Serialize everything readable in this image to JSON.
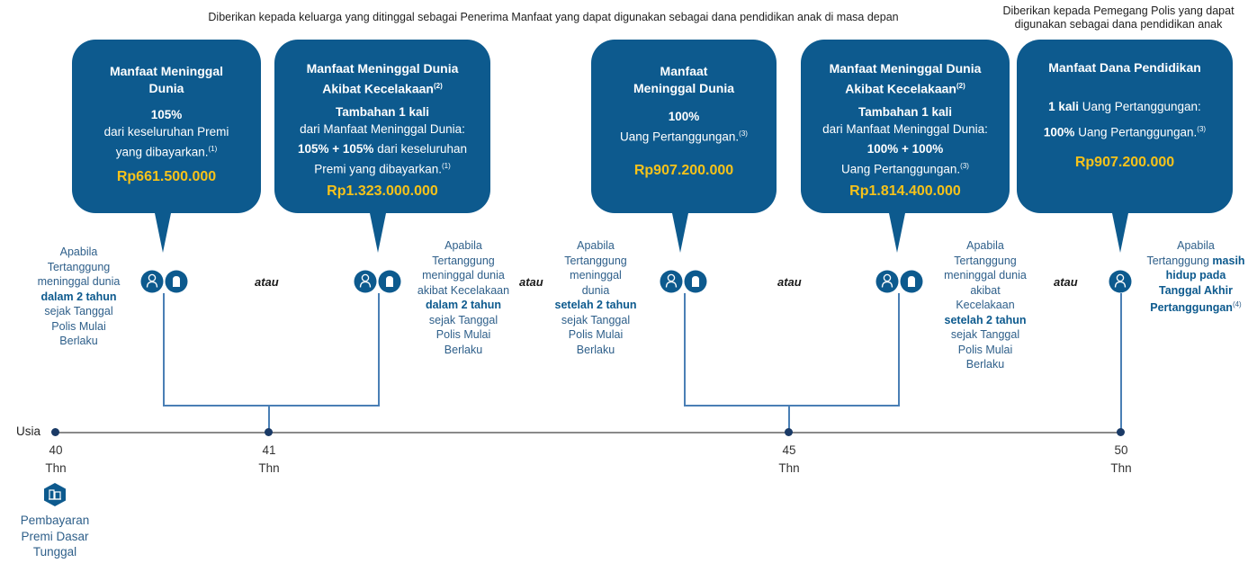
{
  "header": {
    "beneficiary_text": "Diberikan kepada keluarga yang ditinggal sebagai Penerima Manfaat yang dapat digunakan sebagai dana pendidikan anak di masa depan",
    "policyholder_line1": "Diberikan kepada Pemegang Polis yang dapat",
    "policyholder_line2": "digunakan sebagai dana pendidikan anak"
  },
  "bubbles": [
    {
      "title1": "Manfaat Meninggal",
      "title2": "Dunia",
      "pct": "105%",
      "line1": "dari keseluruhan Premi",
      "line2": "yang dibayarkan.",
      "ref": "(1)",
      "amount": "Rp661.500.000"
    },
    {
      "title1": "Manfaat Meninggal Dunia",
      "title2": "Akibat Kecelakaan",
      "title_ref": "(2)",
      "extra_bold": "Tambahan 1 kali",
      "extra_line": "dari Manfaat Meninggal Dunia:",
      "formula_bold": "105% + 105%",
      "formula_rest": " dari keseluruhan",
      "line2": "Premi yang dibayarkan.",
      "ref": "(1)",
      "amount": "Rp1.323.000.000"
    },
    {
      "title1": "Manfaat",
      "title2": "Meninggal Dunia",
      "pct": "100%",
      "line1": "Uang Pertanggungan.",
      "ref": "(3)",
      "amount": "Rp907.200.000"
    },
    {
      "title1": "Manfaat Meninggal Dunia",
      "title2": "Akibat Kecelakaan",
      "title_ref": "(2)",
      "extra_bold": "Tambahan 1 kali",
      "extra_line": "dari Manfaat Meninggal Dunia:",
      "formula_bold": "100% + 100%",
      "line2": "Uang Pertanggungan.",
      "ref": "(3)",
      "amount": "Rp1.814.400.000"
    },
    {
      "title1": "Manfaat Dana Pendidikan",
      "l1_bold": "1 kali",
      "l1_rest": " Uang Pertanggungan:",
      "l2_bold": "100%",
      "l2_rest": " Uang Pertanggungan.",
      "ref": "(3)",
      "amount": "Rp907.200.000"
    }
  ],
  "conditions": {
    "c1": {
      "a": "Apabila",
      "b": "Tertanggung",
      "c": "meninggal dunia",
      "bold": "dalam 2 tahun",
      "d": "sejak Tanggal",
      "e": "Polis Mulai",
      "f": "Berlaku"
    },
    "c2": {
      "a": "Apabila",
      "b": "Tertanggung",
      "c": "meninggal dunia",
      "c2": "akibat Kecelakaan",
      "bold": "dalam 2 tahun",
      "d": "sejak Tanggal",
      "e": "Polis Mulai",
      "f": "Berlaku"
    },
    "c3": {
      "a": "Apabila",
      "b": "Tertanggung",
      "c": "meninggal",
      "c2": "dunia",
      "bold": "setelah 2 tahun",
      "d": "sejak Tanggal",
      "e": "Polis Mulai",
      "f": "Berlaku"
    },
    "c4": {
      "a": "Apabila",
      "b": "Tertanggung",
      "c": "meninggal dunia",
      "c2": "akibat",
      "c3": "Kecelakaan",
      "bold": "setelah 2 tahun",
      "d": "sejak Tanggal",
      "e": "Polis Mulai",
      "f": "Berlaku"
    },
    "c5": {
      "a": "Apabila",
      "b": "Tertanggung ",
      "bold1": "masih",
      "bold2": "hidup pada",
      "bold3": "Tanggal Akhir",
      "bold4": "Pertanggungan",
      "ref": "(4)"
    }
  },
  "atau": "atau",
  "timeline": {
    "label": "Usia",
    "ticks": [
      {
        "num": "40",
        "unit": "Thn"
      },
      {
        "num": "41",
        "unit": "Thn"
      },
      {
        "num": "45",
        "unit": "Thn"
      },
      {
        "num": "50",
        "unit": "Thn"
      }
    ]
  },
  "payment": {
    "line1": "Pembayaran",
    "line2": "Premi Dasar",
    "line3": "Tunggal"
  },
  "colors": {
    "bubble": "#0d5a8e",
    "amount": "#f6c21a",
    "line": "#4a7fb5",
    "text_blue": "#2e5f8a"
  },
  "icons": [
    "person-icon",
    "tombstone-icon",
    "building-icon"
  ]
}
